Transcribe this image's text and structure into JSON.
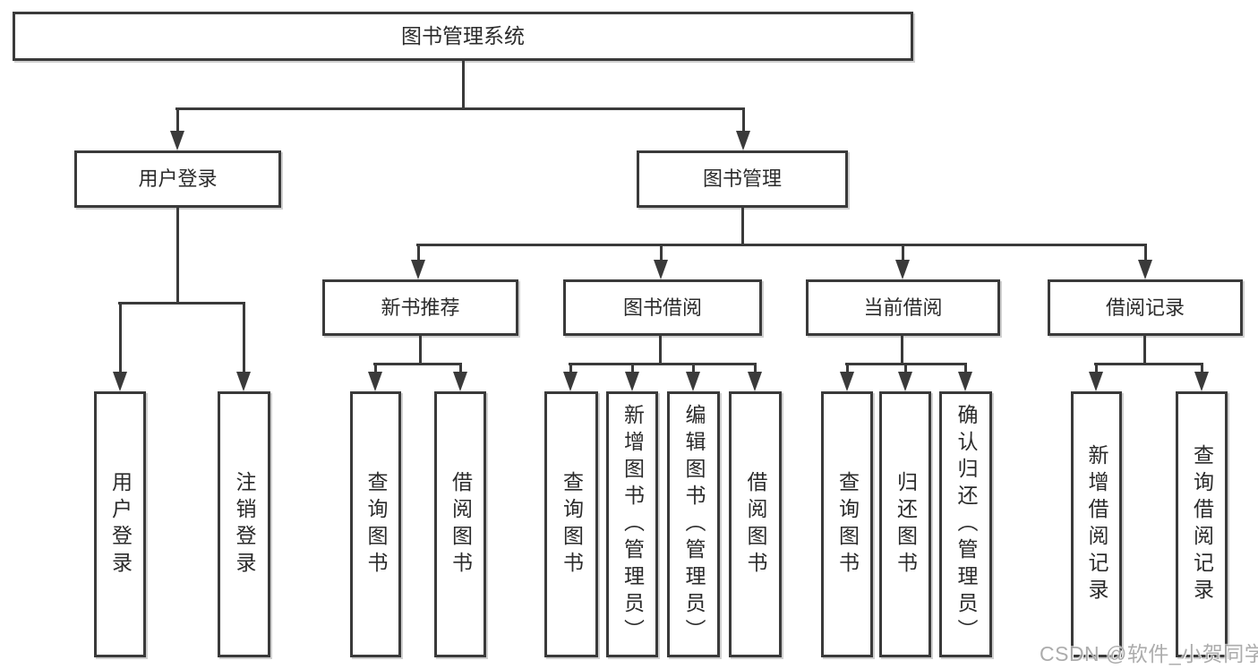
{
  "diagram_type": "hierarchy-tree",
  "colors": {
    "line": "#3a3a3a",
    "text": "#2b2b2b",
    "background": "#ffffff",
    "watermark": "#9e9e9e"
  },
  "tree": {
    "label": "图书管理系统",
    "children": [
      {
        "label": "用户登录",
        "children": [
          {
            "label": "用户登录"
          },
          {
            "label": "注销登录"
          }
        ]
      },
      {
        "label": "图书管理",
        "children": [
          {
            "label": "新书推荐",
            "children": [
              {
                "label": "查询图书"
              },
              {
                "label": "借阅图书"
              }
            ]
          },
          {
            "label": "图书借阅",
            "children": [
              {
                "label": "查询图书"
              },
              {
                "label": "新增图书（管理员）"
              },
              {
                "label": "编辑图书（管理员）"
              },
              {
                "label": "借阅图书"
              }
            ]
          },
          {
            "label": "当前借阅",
            "children": [
              {
                "label": "查询图书"
              },
              {
                "label": "归还图书"
              },
              {
                "label": "确认归还（管理员）"
              }
            ]
          },
          {
            "label": "借阅记录",
            "children": [
              {
                "label": "新增借阅记录"
              },
              {
                "label": "查询借阅记录"
              }
            ]
          }
        ]
      }
    ]
  },
  "watermark": {
    "text": "CSDN @软件_小贺同学"
  }
}
